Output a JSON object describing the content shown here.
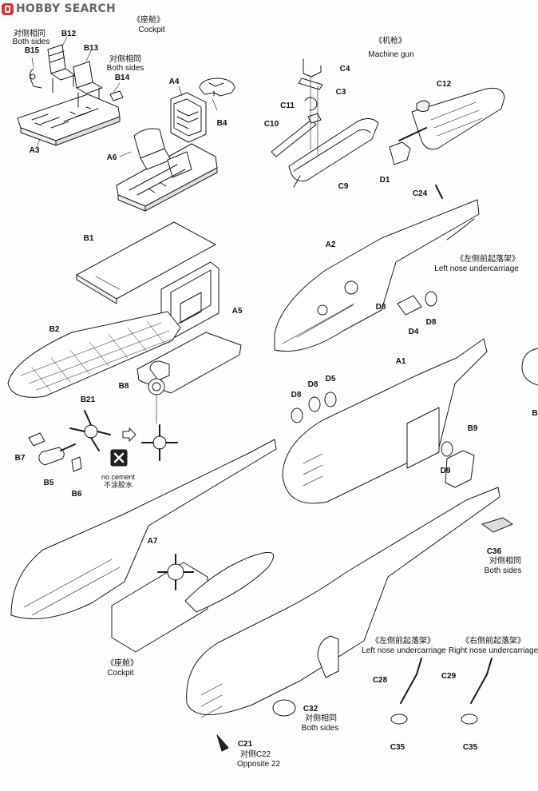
{
  "watermark": {
    "brand": "HOBBY SEARCH"
  },
  "labels": {
    "cockpit_top_zh": "《座舱》",
    "cockpit_top_en": "Cockpit",
    "both_sides_zh_1": "对侧相同",
    "both_sides_en_1": "Both sides",
    "b12": "B12",
    "b15": "B15",
    "b13": "B13",
    "both_sides_zh_2": "对侧相同",
    "both_sides_en_2": "Both sides",
    "b14": "B14",
    "a3": "A3",
    "a4": "A4",
    "b4": "B4",
    "a6": "A6",
    "machine_gun_zh": "《机枪》",
    "machine_gun_en": "Machine gun",
    "c4": "C4",
    "c3": "C3",
    "c11": "C11",
    "c10": "C10",
    "c9": "C9",
    "c12": "C12",
    "d1": "D1",
    "c24": "C24",
    "b1": "B1",
    "a5": "A5",
    "a2": "A2",
    "left_nose_zh_1": "《左侧前起落架》",
    "left_nose_en_1": "Left nose undercarriage",
    "b2": "B2",
    "d8_a": "D8",
    "d4": "D4",
    "d8_b": "D8",
    "a1": "A1",
    "b8": "B8",
    "d8_c": "D8",
    "d5": "D5",
    "d8_d": "D8",
    "b21": "B21",
    "b9": "B9",
    "b7": "B7",
    "b5": "B5",
    "b6": "B6",
    "no_cement_en": "no cement",
    "no_cement_zh": "不涂胶水",
    "d9": "D9",
    "a7": "A7",
    "c36": "C36",
    "both_sides_zh_3": "对侧相同",
    "both_sides_en_3": "Both sides",
    "cockpit_bottom_zh": "《座舱》",
    "cockpit_bottom_en": "Cockpit",
    "left_nose_zh_2": "《左侧前起落架》",
    "left_nose_en_2": "Left nose undercarriage",
    "right_nose_zh": "《右侧前起落架》",
    "right_nose_en": "Right nose undercarriage",
    "c28": "C28",
    "c29": "C29",
    "c32": "C32",
    "both_sides_zh_4": "对侧相同",
    "both_sides_en_4": "Both sides",
    "c35_a": "C35",
    "c35_b": "C35",
    "c21": "C21",
    "opposite_zh": "对侧C22",
    "opposite_en": "Opposite 22",
    "b_edge": "B"
  },
  "icons": [
    "no-cement-icon",
    "direction-arrow-icon"
  ]
}
